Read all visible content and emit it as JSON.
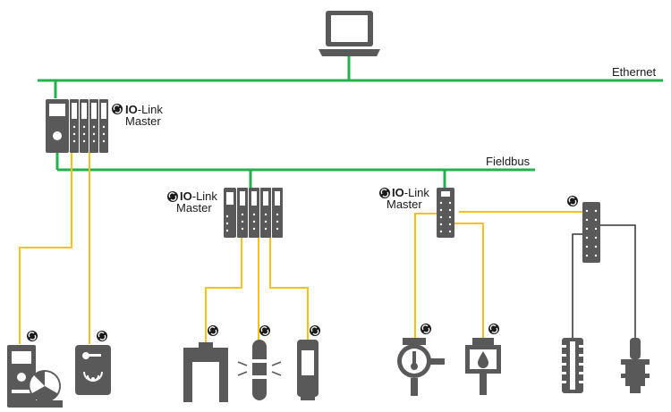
{
  "networks": {
    "ethernet_label": "Ethernet",
    "fieldbus_label": "Fieldbus"
  },
  "masters": [
    {
      "brand": "IO",
      "suffix": "-Link",
      "role": "Master"
    },
    {
      "brand": "IO",
      "suffix": "-Link",
      "role": "Master"
    },
    {
      "brand": "IO",
      "suffix": "-Link",
      "role": "Master"
    }
  ],
  "colors": {
    "ethernet": "#22b14c",
    "fieldbus": "#22b14c",
    "io_link": "#f5c21b",
    "device": "#595959",
    "analog": "#333333"
  },
  "icons": [
    "laptop-icon",
    "io-master-module-icon",
    "io-link-logo-icon",
    "rfid-reader-icon",
    "operator-panel-icon",
    "fork-sensor-icon",
    "signal-light-icon",
    "photo-sensor-icon",
    "temperature-sensor-icon",
    "level-sensor-icon",
    "io-hub-icon",
    "terminal-block-icon",
    "inductive-sensor-icon"
  ]
}
